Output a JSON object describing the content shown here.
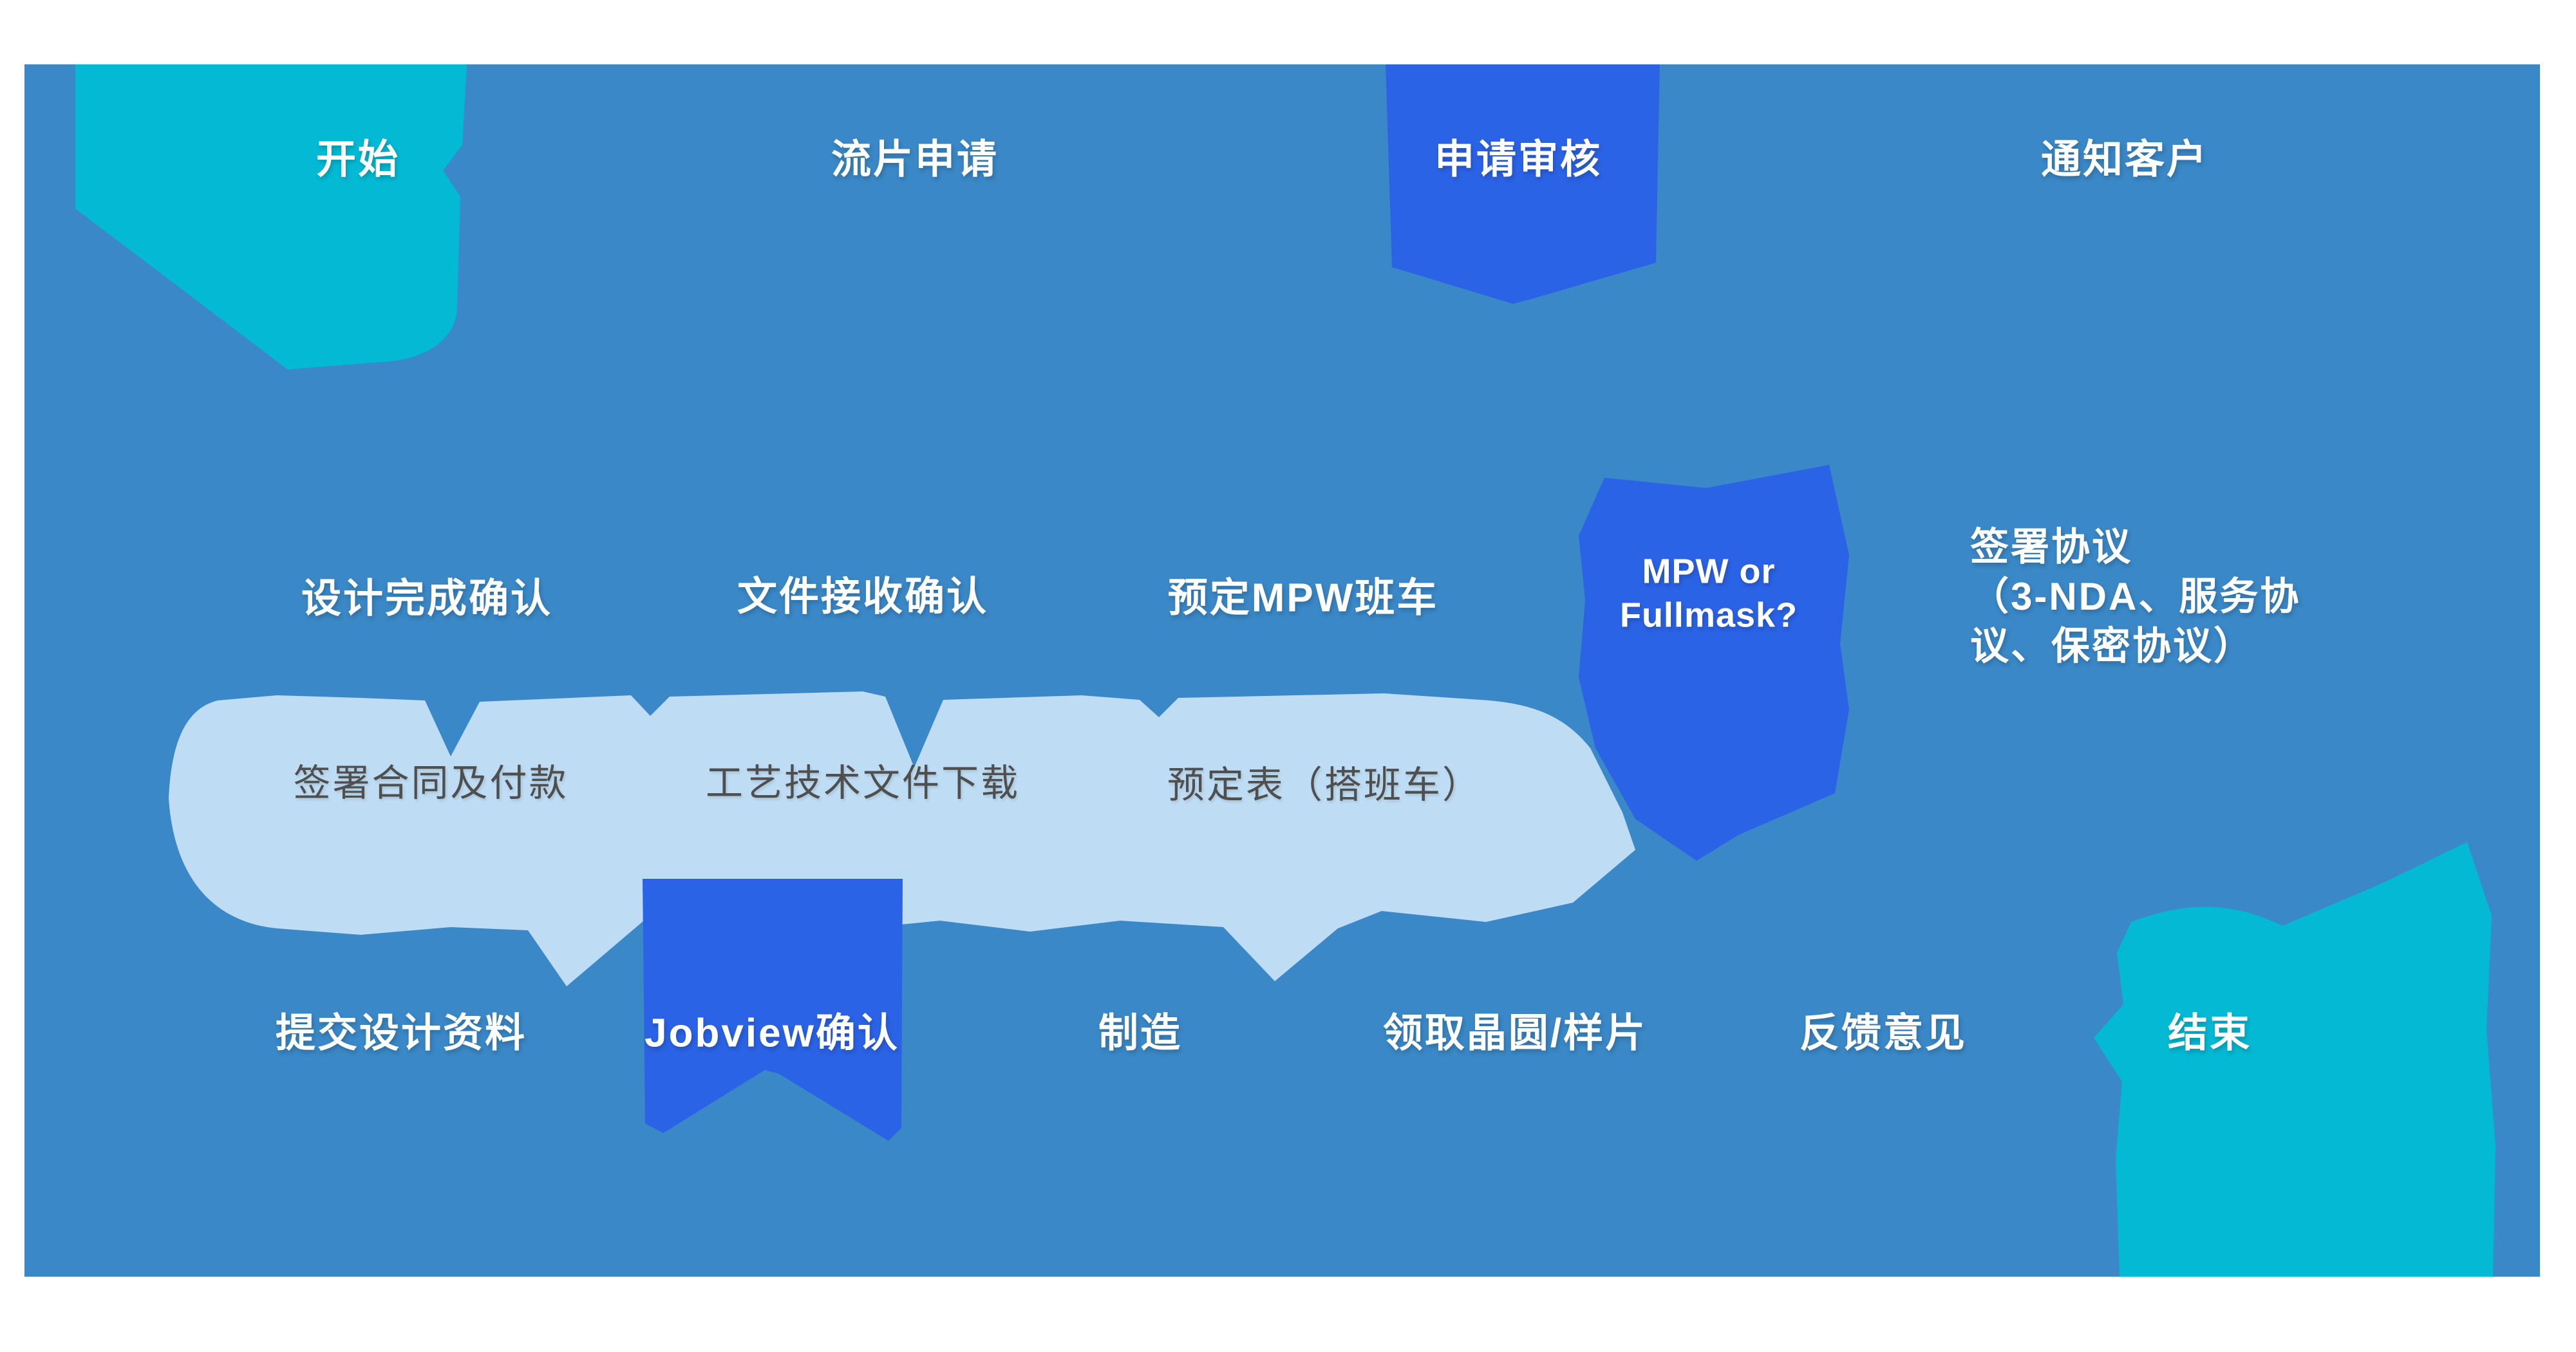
{
  "diagram_title": "MPW tape-out service flow",
  "colors": {
    "background_blue": "#3A88C7",
    "teal": "#04B9D4",
    "accent_blue": "#2B63E6",
    "light_band": "#BEDDF4",
    "band_text": "#4F4F50",
    "label_white": "#FFFFFF"
  },
  "flow": {
    "row1": {
      "start": "开始",
      "apply": "流片申请",
      "review": "申请审核",
      "notify": "通知客户"
    },
    "row2": {
      "design_done": "设计完成确认",
      "file_received": "文件接收确认",
      "book_mpw": "预定MPW班车",
      "mpw_or_fullmask": "MPW or\nFullmask?",
      "sign_agreement": "签署协议\n（3-NDA、服务协\n议、保密协议）"
    },
    "band": {
      "sign_contract": "签署合同及付款",
      "download_docs": "工艺技术文件下载",
      "booking_form": "预定表（搭班车）"
    },
    "row3": {
      "submit_design": "提交设计资料",
      "jobview": "Jobview确认",
      "manufacture": "制造",
      "pickup": "领取晶圆/样片",
      "feedback": "反馈意见",
      "end": "结束"
    }
  }
}
